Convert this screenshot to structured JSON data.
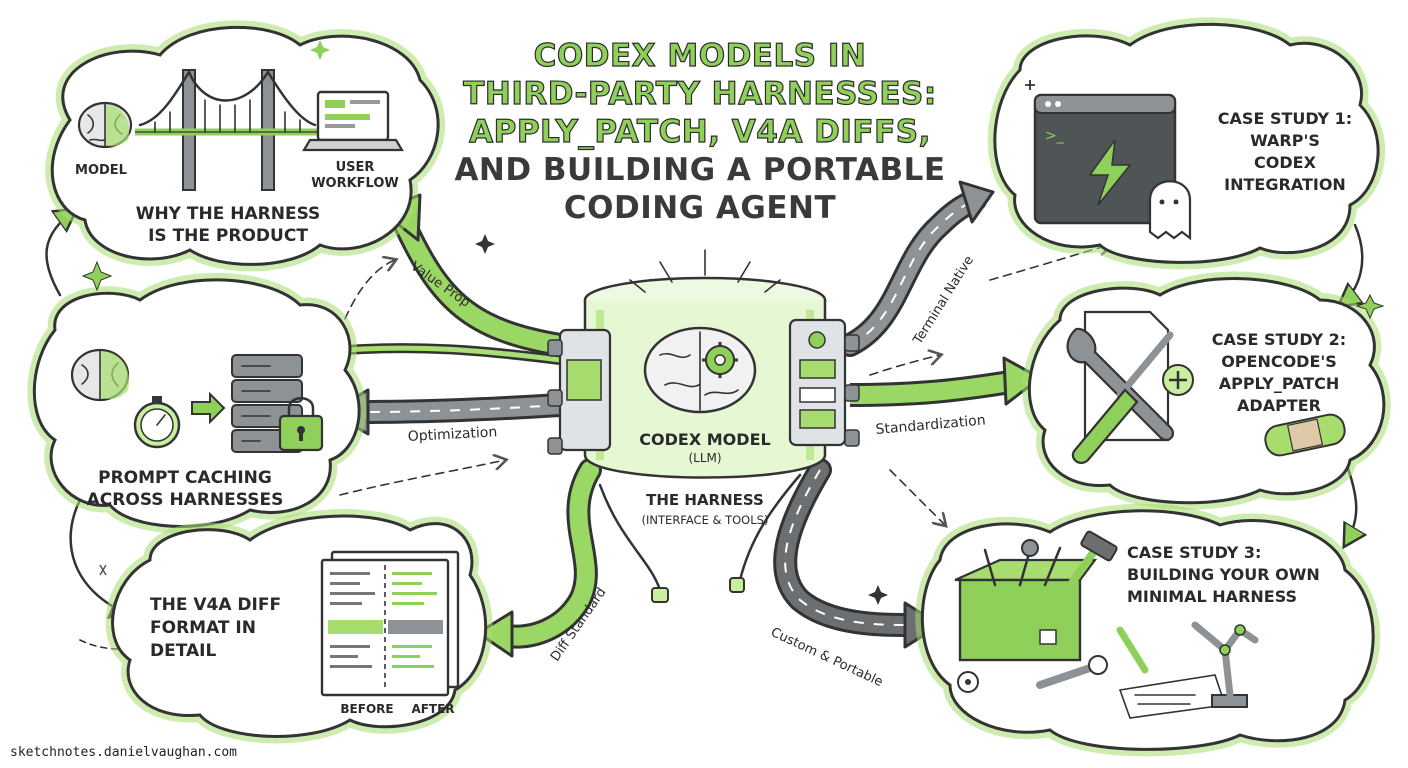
{
  "title": {
    "lines": [
      "CODEX MODELS IN",
      "THIRD-PARTY HARNESSES:",
      "APPLY_PATCH, V4A DIFFS,",
      "AND BUILDING A PORTABLE",
      "CODING AGENT"
    ],
    "colors": [
      "#8fd05a",
      "#8fd05a",
      "#8fd05a",
      "#3a3a3a",
      "#3a3a3a"
    ]
  },
  "center": {
    "model_label": "CODEX MODEL",
    "model_sub": "(LLM)",
    "harness_label": "THE HARNESS",
    "harness_sub": "(INTERFACE & TOOLS)"
  },
  "nodes": {
    "why_harness": {
      "model": "MODEL",
      "user_workflow_1": "USER",
      "user_workflow_2": "WORKFLOW",
      "title_1": "WHY THE HARNESS",
      "title_2": "IS THE PRODUCT"
    },
    "prompt_caching": {
      "title_1": "PROMPT CACHING",
      "title_2": "ACROSS HARNESSES"
    },
    "v4a": {
      "title_1": "THE V4A DIFF",
      "title_2": "FORMAT IN",
      "title_3": "DETAIL",
      "before": "BEFORE",
      "after": "AFTER"
    },
    "case1": {
      "line_1": "CASE STUDY 1:",
      "line_2": "WARP'S",
      "line_3": "CODEX",
      "line_4": "INTEGRATION"
    },
    "case2": {
      "line_1": "CASE STUDY 2:",
      "line_2": "OPENCODE'S",
      "line_3": "APPLY_PATCH",
      "line_4": "ADAPTER"
    },
    "case3": {
      "line_1": "CASE STUDY 3:",
      "line_2": "BUILDING YOUR OWN",
      "line_3": "MINIMAL HARNESS"
    }
  },
  "arrows": {
    "value_prop": "Value Prop",
    "optimization": "Optimization",
    "diff_standard": "Diff Standard",
    "terminal_native": "Terminal Native",
    "standardization": "Standardization",
    "custom_portable": "Custom & Portable"
  },
  "footer": "sketchnotes.danielvaughan.com",
  "colors": {
    "accent": "#8fd05a",
    "accent_light": "#c9ee9e",
    "ink": "#333333",
    "road_gray": "#5e6366"
  }
}
